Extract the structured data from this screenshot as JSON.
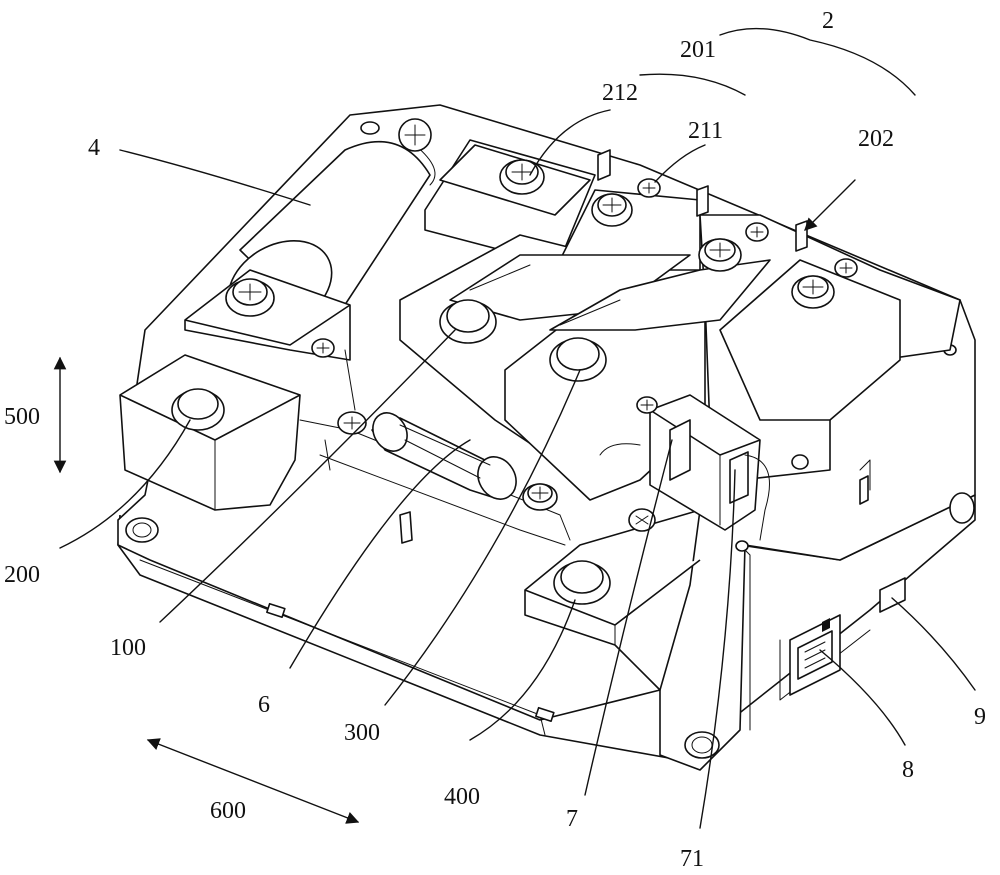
{
  "labels": {
    "l2": "2",
    "l201": "201",
    "l202": "202",
    "l211": "211",
    "l212": "212",
    "l4": "4",
    "l500": "500",
    "l200": "200",
    "l100": "100",
    "l6": "6",
    "l300": "300",
    "l400": "400",
    "l7": "7",
    "l71": "71",
    "l8": "8",
    "l9": "9",
    "l600": "600"
  }
}
